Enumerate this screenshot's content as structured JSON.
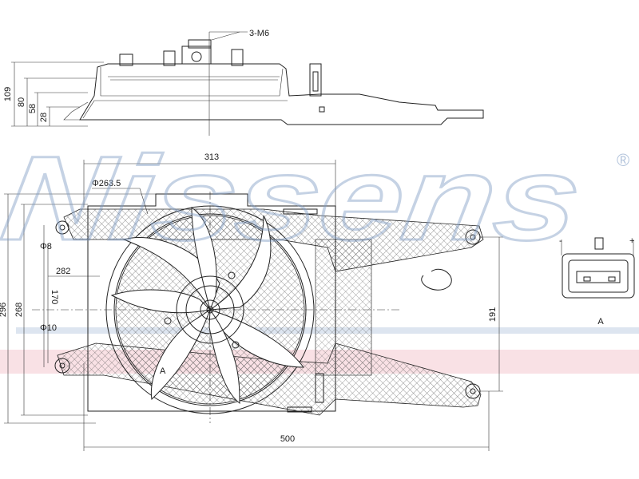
{
  "watermark": {
    "brand": "Nissens",
    "mark": "®",
    "color": "#7f9cc4",
    "band_color": "#f4c9cf"
  },
  "side_view": {
    "bolt_label": "3-M6",
    "heights": [
      "109",
      "80",
      "58",
      "28"
    ]
  },
  "front_view": {
    "top_width": "313",
    "fan_diameter": "Φ263.5",
    "hole_small": "Φ8",
    "hole_large": "Φ10",
    "inner_width": "282",
    "center_height": "170",
    "height_268": "268",
    "height_296": "296",
    "mount_spacing": "191",
    "overall_width": "500",
    "fan_marker": "A"
  },
  "connector": {
    "minus": "-",
    "plus": "+",
    "label": "A"
  }
}
